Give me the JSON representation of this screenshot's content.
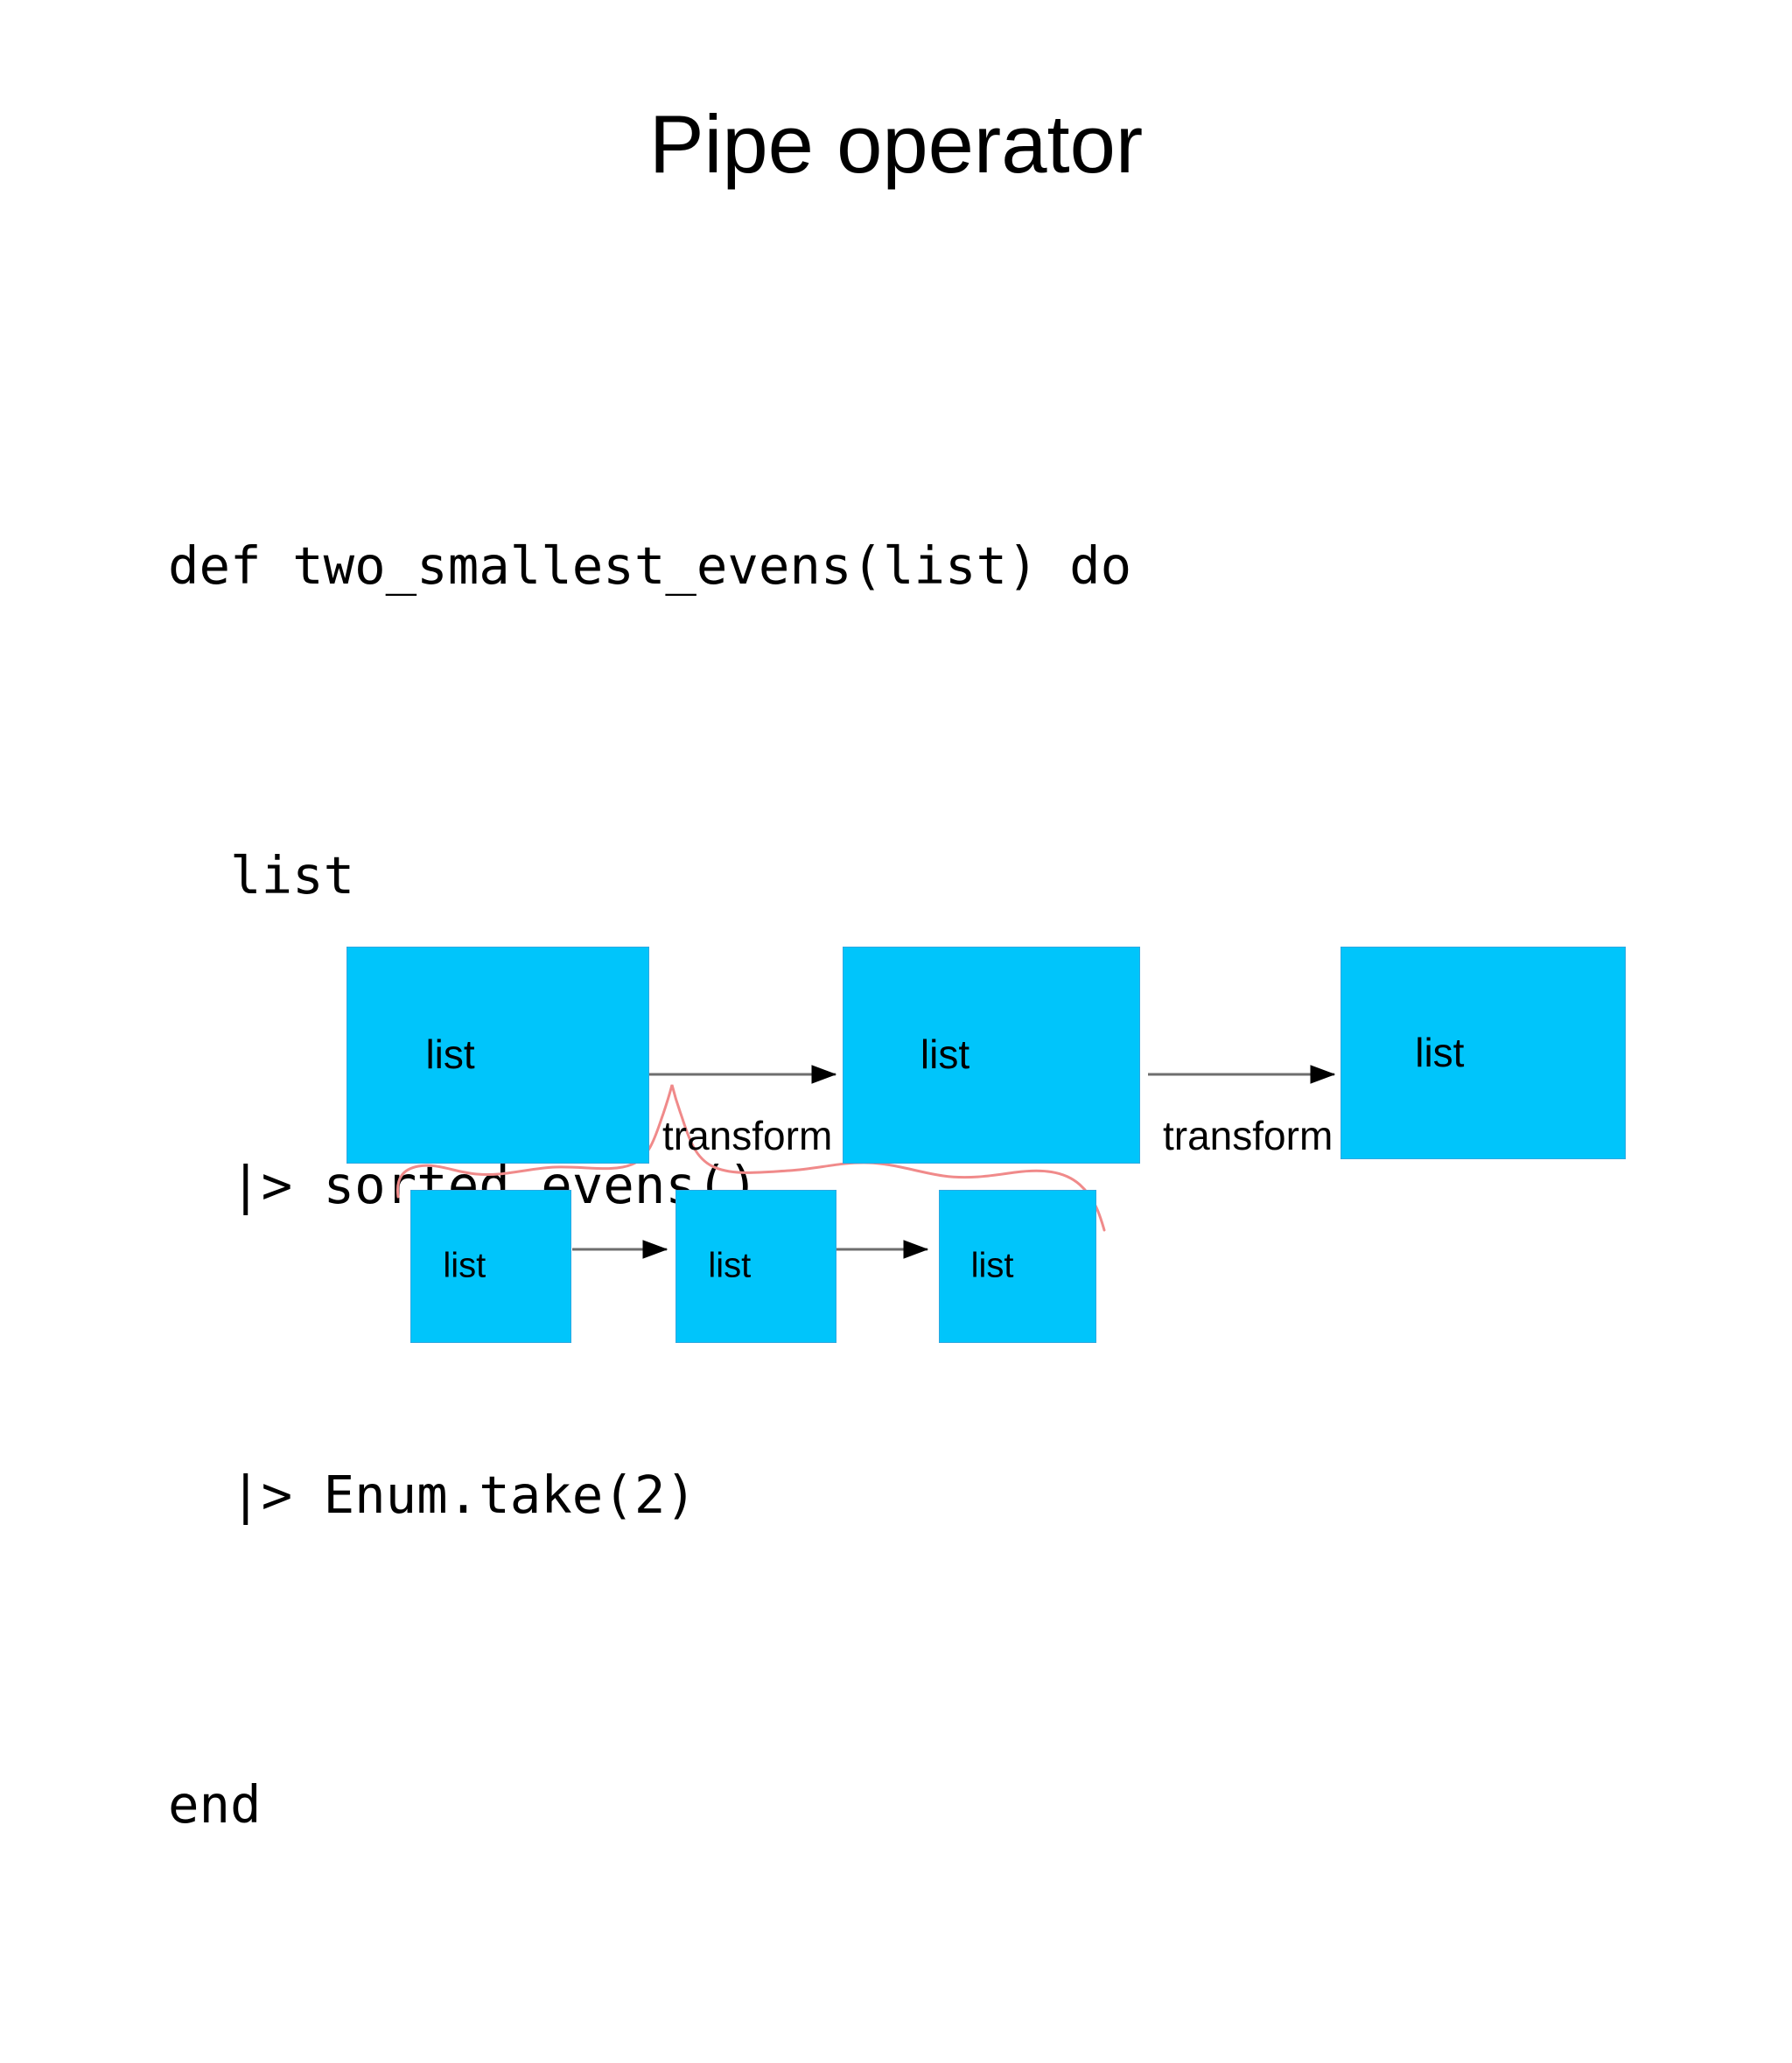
{
  "slide": {
    "title": "Pipe operator",
    "background_color": "#ffffff"
  },
  "code": {
    "language": "elixir",
    "lines": [
      "def two_smallest_evens(list) do",
      "  list",
      "  |> sorted_evens()",
      "  |> Enum.take(2)",
      "end"
    ],
    "line_1": "def two_smallest_evens(list) do",
    "line_2": "  list",
    "line_3": "  |> sorted_evens()",
    "line_4": "  |> Enum.take(2)",
    "line_5": "end"
  },
  "diagram": {
    "node_fill_color": "#00c5fb",
    "node_border_color": "#2fa8e0",
    "arrow_color": "#6e6e6e",
    "arrowhead_color": "#000000",
    "squiggle_color": "#f08a8a",
    "top_row": {
      "nodes": [
        {
          "label": "list"
        },
        {
          "label": "list"
        },
        {
          "label": "list"
        }
      ],
      "edge_labels": [
        "transform",
        "transform"
      ]
    },
    "bottom_row": {
      "nodes": [
        {
          "label": "list"
        },
        {
          "label": "list"
        },
        {
          "label": "list"
        }
      ]
    }
  }
}
